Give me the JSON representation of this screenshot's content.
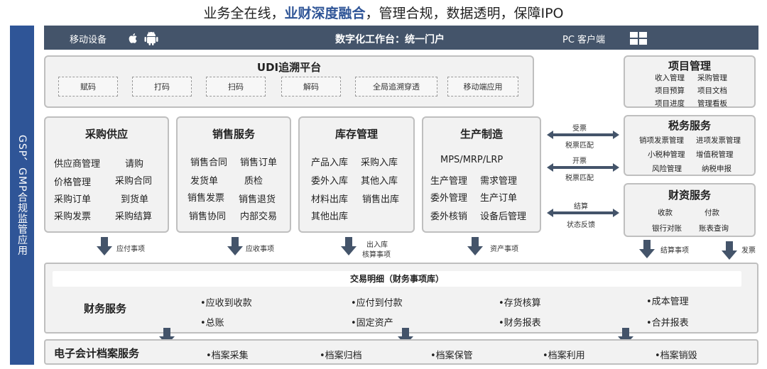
{
  "headline": {
    "part1": "业务全在线，",
    "highlight": "业财深度融合",
    "part2": "，管理合规，数据透明，保障IPO"
  },
  "sidebar": {
    "label": "GSP、GMP合规监管应用"
  },
  "topbar": {
    "mobile": "移动设备",
    "center": "数字化工作台：统一门户",
    "pc": "PC 客户端"
  },
  "udi": {
    "title": "UDI追溯平台",
    "items": [
      "赋码",
      "打码",
      "扫码",
      "解码",
      "全局追溯穿透",
      "移动端应用"
    ]
  },
  "project": {
    "title": "项目管理",
    "items": [
      "收入管理",
      "采购管理",
      "项目预算",
      "项目文档",
      "项目进度",
      "管理看板"
    ]
  },
  "tax": {
    "title": "税务服务",
    "items": [
      "销项发票管理",
      "进项发票管理",
      "小税种管理",
      "增值税管理",
      "风险管理",
      "纳税申报"
    ]
  },
  "finance_svc": {
    "title": "财资服务",
    "items": [
      "收款",
      "付款",
      "银行对账",
      "账表查询"
    ]
  },
  "purchase": {
    "title": "采购供应",
    "items": [
      "供应商管理",
      "请购",
      "价格管理",
      "采购合同",
      "采购订单",
      "到货单",
      "采购发票",
      "采购结算"
    ]
  },
  "sales": {
    "title": "销售服务",
    "items": [
      "销售合同",
      "销售订单",
      "发货单",
      "质检",
      "销售发票",
      "销售退货",
      "销售协同",
      "内部交易"
    ]
  },
  "inventory": {
    "title": "库存管理",
    "items": [
      "产品入库",
      "采购入库",
      "委外入库",
      "其他入库",
      "材料出库",
      "销售出库",
      "其他出库"
    ]
  },
  "production": {
    "title": "生产制造",
    "items": [
      "MPS/MRP/LRP",
      "生产管理",
      "需求管理",
      "委外管理",
      "生产订单",
      "委外核销",
      "设备后管理"
    ]
  },
  "links": {
    "l1_top": "受票",
    "l1_bottom": "税票匹配",
    "l2_top": "开票",
    "l2_bottom": "税票匹配",
    "l3_top": "结算",
    "l3_bottom": "状态反馈"
  },
  "flows": {
    "f1": "应付事项",
    "f2": "应收事项",
    "f3a": "出入库",
    "f3b": "核算事项",
    "f4": "资产事项",
    "f5": "结算事项",
    "f6": "发票"
  },
  "ledger": {
    "header": "交易明细（财务事项库）",
    "title": "财务服务",
    "items": [
      "•应收到收款",
      "•应付到付款",
      "•存货核算",
      "•成本管理",
      "•总账",
      "•固定资产",
      "•财务报表",
      "•合并报表"
    ]
  },
  "archive": {
    "title": "电子会计档案服务",
    "items": [
      "•档案采集",
      "•档案归档",
      "•档案保管",
      "•档案利用",
      "•档案销毁"
    ]
  },
  "colors": {
    "accent": "#2f5597",
    "topbar": "#44546a",
    "arrow": "#44546a",
    "box_bg": "#f2f2f2",
    "box_border": "#bfbfbf"
  },
  "icons": [
    "apple-icon",
    "android-icon",
    "windows-icon",
    "down-arrow-icon",
    "double-arrow-icon"
  ]
}
